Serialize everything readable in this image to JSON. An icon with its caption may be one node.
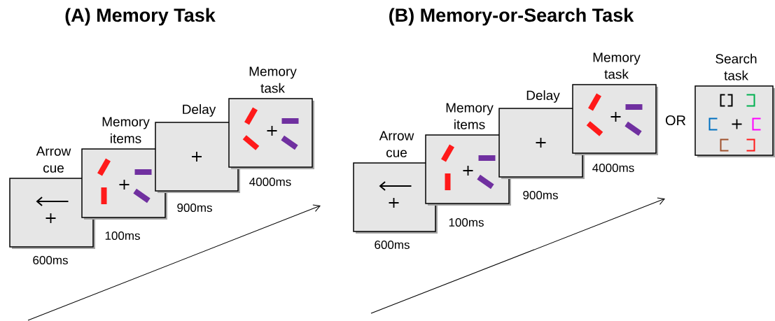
{
  "diagram": {
    "nodes": [
      {
        "text": [
          "Arrow cue"
        ],
        "beside": [
          "600ms"
        ]
      },
      {
        "text": [
          "Memory items"
        ],
        "beside": [
          "100ms"
        ]
      },
      {
        "text": [
          "Delay"
        ],
        "beside": [
          "900ms"
        ]
      },
      {
        "text": [
          "Memory task"
        ],
        "beside": [
          "4000ms"
        ]
      },
      {
        "text": [
          "Arrow cue"
        ],
        "beside": [
          "600ms"
        ]
      },
      {
        "text": [
          "Memory items"
        ],
        "beside": [
          "100ms"
        ]
      },
      {
        "text": [
          "Delay"
        ],
        "beside": [
          "900ms"
        ]
      },
      {
        "text": [
          "Memory task"
        ],
        "beside": [
          "4000ms"
        ]
      },
      {
        "text": [
          "Search task"
        ]
      }
    ],
    "labels": [
      "(A) Memory Task",
      "(B) Memory-or-Search Task",
      "OR"
    ]
  }
}
